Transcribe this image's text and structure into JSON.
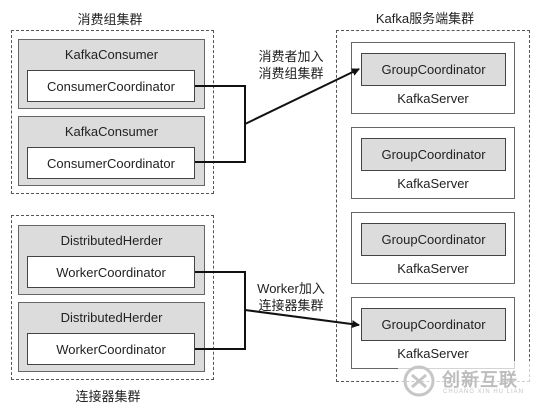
{
  "consumer_group": {
    "title": "消费组集群",
    "members": [
      {
        "outer": "KafkaConsumer",
        "inner": "ConsumerCoordinator"
      },
      {
        "outer": "KafkaConsumer",
        "inner": "ConsumerCoordinator"
      }
    ]
  },
  "connector_group": {
    "title": "连接器集群",
    "members": [
      {
        "outer": "DistributedHerder",
        "inner": "WorkerCoordinator"
      },
      {
        "outer": "DistributedHerder",
        "inner": "WorkerCoordinator"
      }
    ]
  },
  "kafka_cluster": {
    "title": "Kafka服务端集群",
    "servers": [
      {
        "coordinator": "GroupCoordinator",
        "server": "KafkaServer"
      },
      {
        "coordinator": "GroupCoordinator",
        "server": "KafkaServer"
      },
      {
        "coordinator": "GroupCoordinator",
        "server": "KafkaServer"
      },
      {
        "coordinator": "GroupCoordinator",
        "server": "KafkaServer"
      }
    ]
  },
  "edges": {
    "consumer_join_line1": "消费者加入",
    "consumer_join_line2": "消费组集群",
    "worker_join_line1": "Worker加入",
    "worker_join_line2": "连接器集群"
  },
  "watermark": {
    "text": "创新互联",
    "sub": "CHUANG XIN HU LIAN"
  }
}
